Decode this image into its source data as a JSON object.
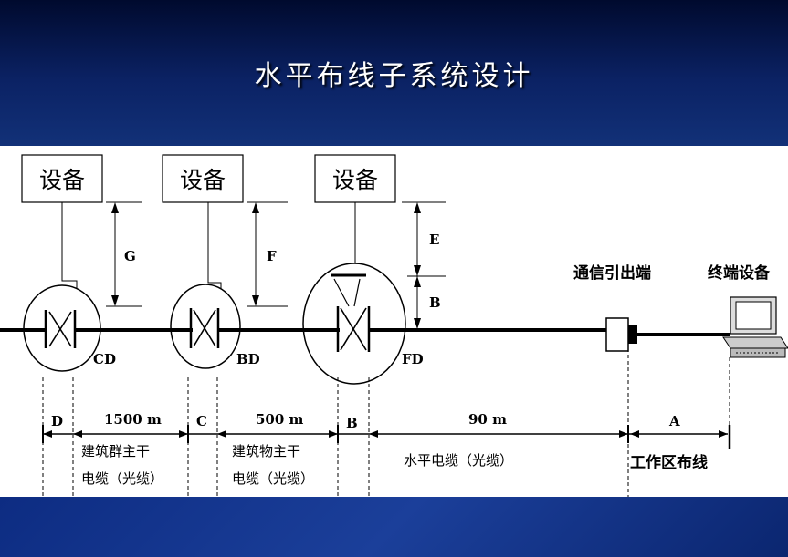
{
  "slide": {
    "title": "水平布线子系统设计"
  },
  "diagram": {
    "equipment_label": "设备",
    "nodes": {
      "cd": "CD",
      "bd": "BD",
      "fd": "FD"
    },
    "heights": {
      "g": "G",
      "f": "F",
      "e": "E",
      "b": "B"
    },
    "outlet_label": "通信引出端",
    "terminal_label": "终端设备",
    "segments": {
      "d": "D",
      "c": "C",
      "b": "B",
      "a": "A",
      "backbone_campus_len": "1500 m",
      "backbone_building_len": "500 m",
      "horizontal_len": "90 m"
    },
    "captions": {
      "campus_line1": "建筑群主干",
      "campus_line2": "电缆（光缆）",
      "building_line1": "建筑物主干",
      "building_line2": "电缆（光缆）",
      "horizontal": "水平电缆（光缆）",
      "work_area": "工作区布线"
    }
  }
}
